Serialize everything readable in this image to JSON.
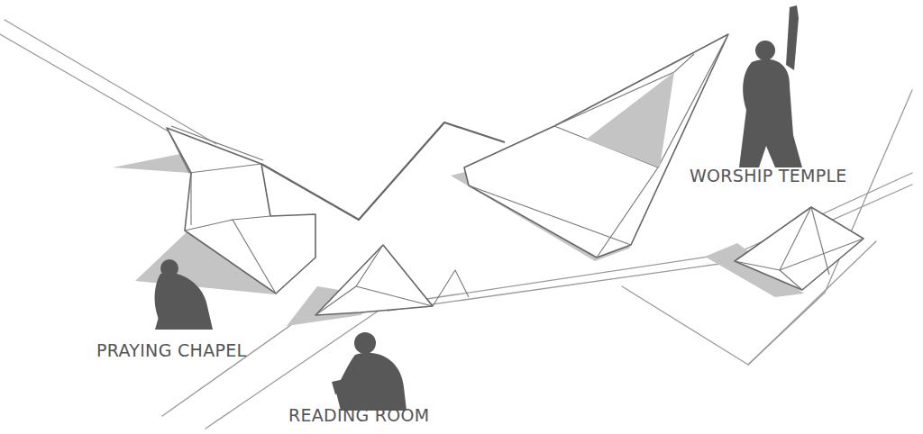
{
  "diagram": {
    "labels": [
      "PRAYING CHAPEL",
      "READING ROOM",
      "WORSHIP TEMPLE"
    ]
  }
}
